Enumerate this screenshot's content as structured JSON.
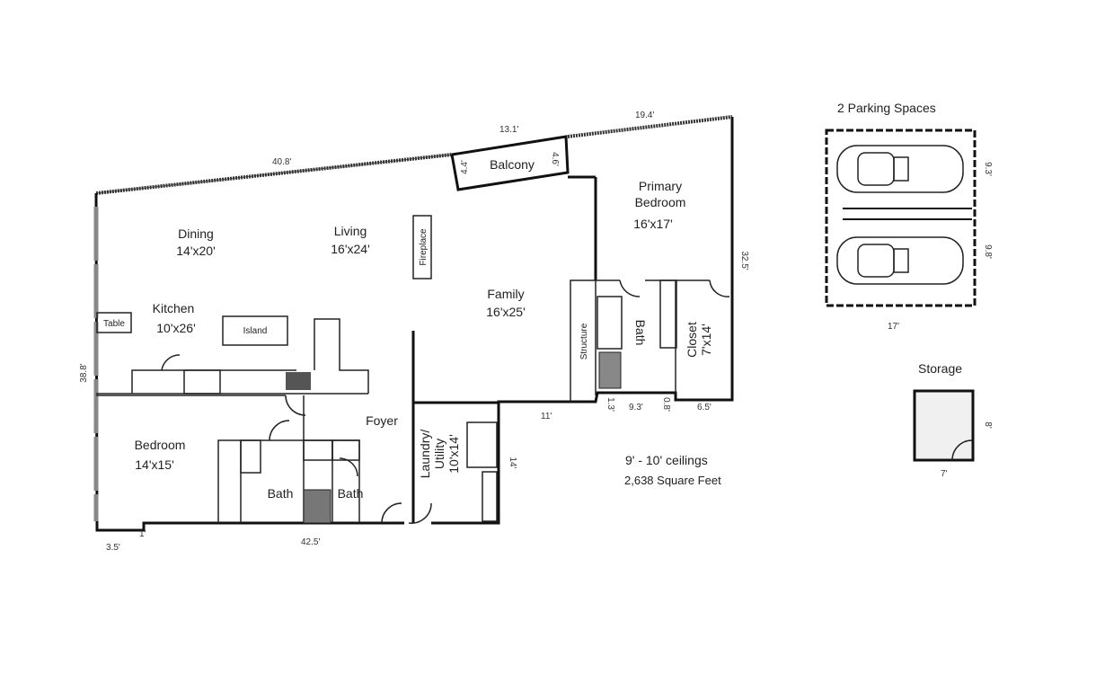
{
  "rooms": {
    "dining": {
      "name": "Dining",
      "size": "14'x20'"
    },
    "living": {
      "name": "Living",
      "size": "16'x24'"
    },
    "kitchen": {
      "name": "Kitchen",
      "size": "10'x26'"
    },
    "family": {
      "name": "Family",
      "size": "16'x25'"
    },
    "primary_bedroom": {
      "name_line1": "Primary",
      "name_line2": "Bedroom",
      "size": "16'x17'"
    },
    "bedroom": {
      "name": "Bedroom",
      "size": "14'x15'"
    },
    "foyer": {
      "name": "Foyer"
    },
    "laundry": {
      "name_line1": "Laundry/",
      "name_line2": "Utility",
      "size": "10'x14'"
    },
    "balcony": {
      "name": "Balcony"
    },
    "closet": {
      "name": "Closet",
      "size": "7'x14'"
    },
    "primary_bath": {
      "name": "Bath"
    },
    "bath1": {
      "name": "Bath"
    },
    "bath2": {
      "name": "Bath"
    },
    "structure": {
      "name": "Structure"
    },
    "fireplace": {
      "name": "Fireplace"
    },
    "island": {
      "name": "Island"
    },
    "table": {
      "name": "Table"
    }
  },
  "dimensions": {
    "top_left": "40.8'",
    "top_mid": "13.1'",
    "top_right": "19.4'",
    "balcony_left": "4.4'",
    "balcony_right": "4.6'",
    "right": "32.5'",
    "left": "38.8'",
    "bottom": "42.5'",
    "bottom_left": "3.5'",
    "bottom_left_small": "1'",
    "mid_11": "11'",
    "laundry_14": "14'",
    "step_1_3": "1.3'",
    "bath_9_3": "9.3'",
    "step_0_8": "0.8'",
    "closet_6_5": "6.5'"
  },
  "notes": {
    "ceilings": "9' - 10' ceilings",
    "area": "2,638 Square Feet"
  },
  "parking": {
    "title": "2 Parking Spaces",
    "dim_top": "9.3'",
    "dim_bottom": "9.8'",
    "dim_width": "17'"
  },
  "storage": {
    "title": "Storage",
    "dim_height": "8'",
    "dim_width": "7'"
  }
}
